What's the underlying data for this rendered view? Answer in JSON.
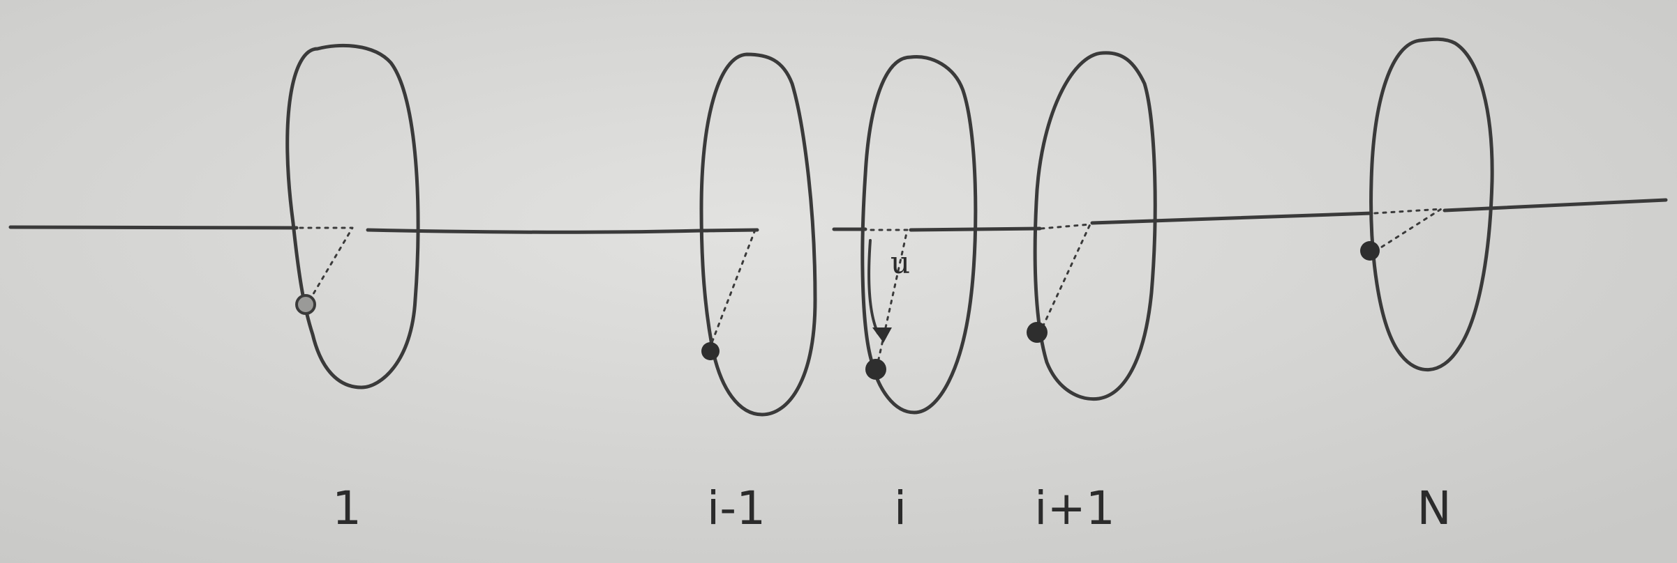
{
  "diagram": {
    "site_labels": [
      "1",
      "i-1",
      "i",
      "i+1",
      "N"
    ],
    "angle_label": "u"
  },
  "colors": {
    "paper": "#d6d6d4",
    "ink": "#3a3a3a"
  }
}
